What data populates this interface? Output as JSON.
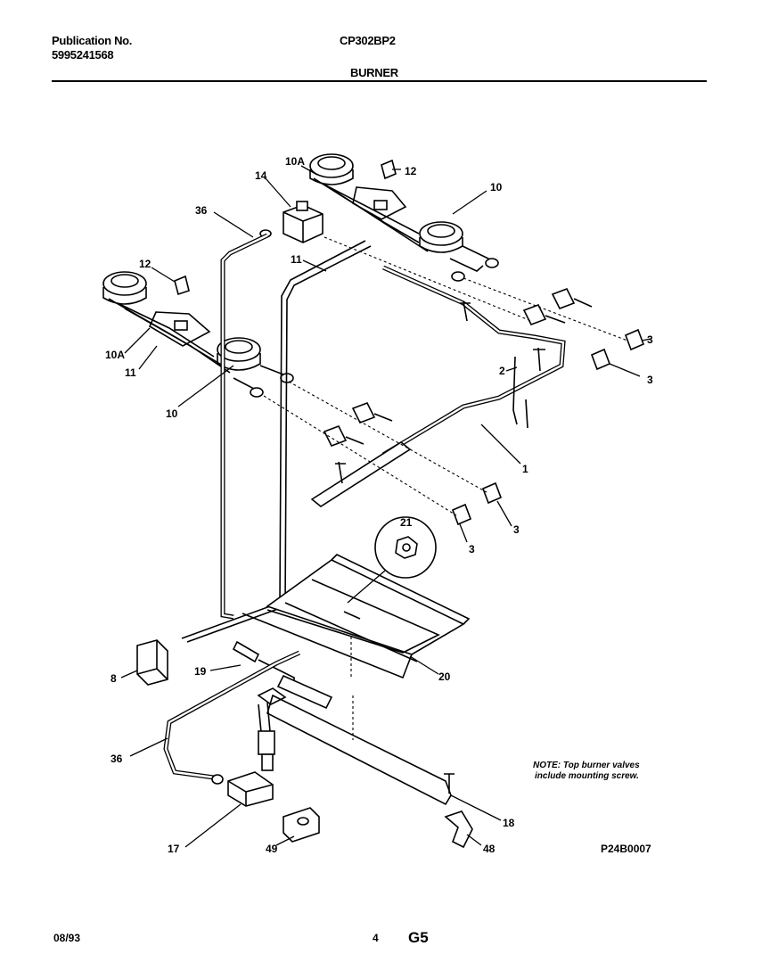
{
  "header": {
    "publication_label": "Publication No.",
    "publication_number": "5995241568",
    "model": "CP302BP2",
    "section_title": "BURNER"
  },
  "callouts": {
    "c10A_top": "10A",
    "c14": "14",
    "c12_top": "12",
    "c10_top": "10",
    "c36_top": "36",
    "c11_top": "11",
    "c12_left": "12",
    "c10A_left": "10A",
    "c11_left": "11",
    "c10_left": "10",
    "c3_a": "3",
    "c3_b": "3",
    "c2": "2",
    "c1": "1",
    "c3_c": "3",
    "c3_d": "3",
    "c21": "21",
    "c8": "8",
    "c19": "19",
    "c20": "20",
    "c36_bottom": "36",
    "c17": "17",
    "c49": "49",
    "c18": "18",
    "c48": "48"
  },
  "note": {
    "line1": "NOTE: Top burner valves",
    "line2": "include mounting screw."
  },
  "diagram_code": "P24B0007",
  "footer": {
    "date": "08/93",
    "page": "4",
    "code": "G5"
  }
}
